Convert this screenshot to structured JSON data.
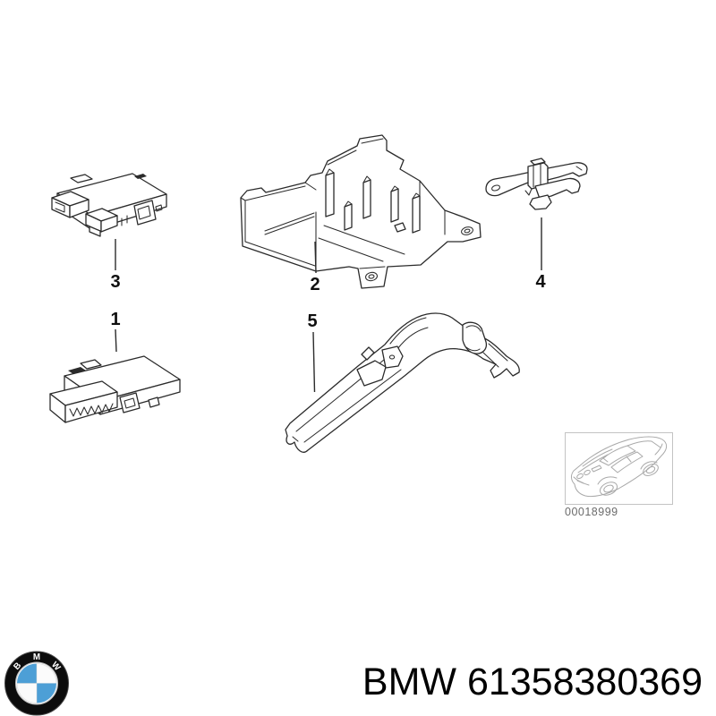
{
  "diagram": {
    "labels": [
      "1",
      "2",
      "3",
      "4",
      "5"
    ],
    "thumbnail_caption": "00018999"
  },
  "footer": {
    "logo_letters": [
      "B",
      "M",
      "W"
    ],
    "part_number": "BMW 61358380369"
  },
  "colors": {
    "background": "#ffffff",
    "line": "#2b2b2b",
    "label": "#0f0f0f",
    "caption": "#6b6b6b",
    "car_line": "#a9a9a9",
    "thumb_border": "#c3c3c3",
    "bmw_blue": "#4d9fd6",
    "text": "#000000"
  }
}
